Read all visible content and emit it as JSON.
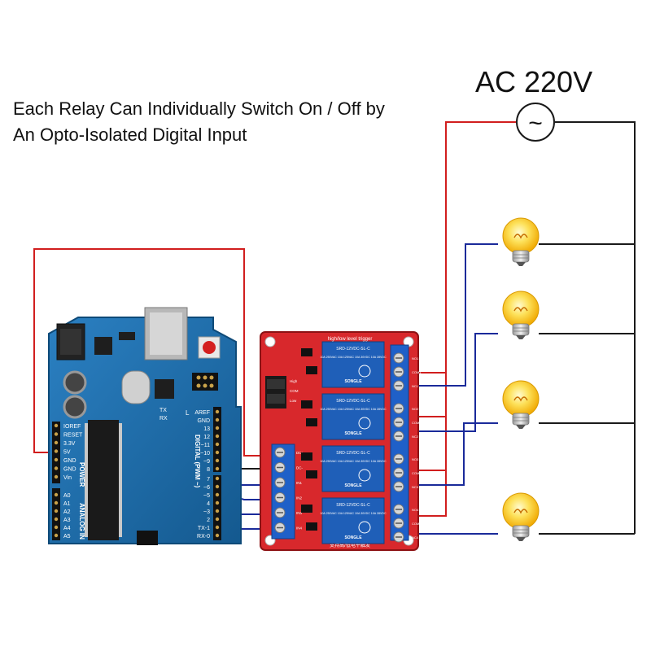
{
  "caption": {
    "line1": "Each Relay Can Individually Switch On / Off by",
    "line2": "An Opto-Isolated Digital Input"
  },
  "ac_source": {
    "label": "AC 220V",
    "symbol": "~"
  },
  "arduino": {
    "power_pins": [
      "IOREF",
      "RESET",
      "3.3V",
      "5V",
      "GND",
      "GND",
      "Vin"
    ],
    "power_header": "POWER",
    "analog_pins": [
      "A0",
      "A1",
      "A2",
      "A3",
      "A4",
      "A5"
    ],
    "analog_header": "ANALOG IN",
    "digital_top": [
      "AREF",
      "GND",
      "13",
      "12",
      "~11",
      "~10",
      "~9",
      "8"
    ],
    "digital_bottom": [
      "7",
      "~6",
      "~5",
      "4",
      "~3",
      "2",
      "TX-1",
      "RX-0"
    ],
    "digital_header": "DIGITAL (PWM ~)",
    "tx_label": "TX",
    "rx_label": "RX",
    "l_label": "L"
  },
  "relay_module": {
    "relay_model": "SRD-12VDC-SL-C",
    "relay_brand": "SONGLE",
    "relay_ratings": "10A 250VAC 10A 125VAC 10A 30VDC 10A 28VDC",
    "top_text": "high/low level trigger",
    "bottom_text": "支持高/低电平触发",
    "input_labels": [
      "DC+",
      "DC-",
      "IN1",
      "IN2",
      "IN3",
      "IN4"
    ],
    "jumper_labels": [
      "High",
      "COM",
      "Low"
    ],
    "relay_count": 4,
    "terminal_labels": [
      "NO1",
      "COM1",
      "NC1",
      "NO2",
      "COM2",
      "NC2",
      "NO3",
      "COM3",
      "NC3",
      "NO4",
      "COM4",
      "NC4"
    ]
  },
  "loads": {
    "count": 4,
    "type": "light-bulb"
  },
  "colors": {
    "live_wire": "#d11e1e",
    "neutral_wire": "#1a1a1a",
    "signal_wire": "#1a2a9a",
    "arduino_board": "#1f6fb0",
    "relay_board": "#d8282c",
    "relay_blue": "#1f5fb8",
    "terminal_blue": "#1f60c8",
    "bulb_yellow": "#f7c21a"
  }
}
